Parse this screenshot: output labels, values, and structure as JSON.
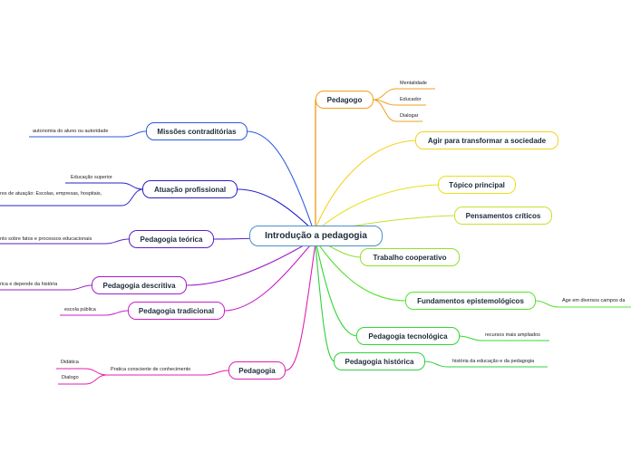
{
  "center": "Introdução a pedagogia",
  "right": {
    "pedagogo": {
      "label": "Pedagogo",
      "children": [
        "Mentalidade",
        "Educador",
        "Dialogar"
      ]
    },
    "agir": "Agir para transformar a sociedade",
    "topico": "Tópico principal",
    "pensamentos": "Pensamentos críticos",
    "trabalho": "Trabalho cooperativo",
    "fundamentos": {
      "label": "Fundamentos epistemológicos",
      "child": "Age em diversos campos da"
    },
    "tecnologica": {
      "label": "Pedagogia tecnológica",
      "child": "recursos mais ampliados"
    },
    "historica": {
      "label": "Pedagogia histórica",
      "child": "história da educação e da pedagogia"
    }
  },
  "left": {
    "missoes": {
      "label": "Missões contraditórias",
      "child": "autonomia do aluno ou autoridade"
    },
    "atuacao": {
      "label": "Atuação profissional",
      "children": [
        "Educação superior",
        "res de atuação: Escolas, empresas, hospitais,"
      ]
    },
    "teorica": {
      "label": "Pedagogia teórica",
      "child": "nto sobre fatos e processos educacionais"
    },
    "descritiva": {
      "label": "Pedagogia descritiva",
      "child": "rica e depende da história"
    },
    "tradicional": {
      "label": "Pedagogia tradicional",
      "child": "escola pública"
    },
    "pedagogia": {
      "label": "Pedagogia",
      "child": "Pratica consciente de conhecimento",
      "grandchildren": [
        "Didática",
        "Dialogo"
      ]
    }
  },
  "colors": {
    "center_border": "#4a90c8",
    "pedagogo": "#f0a020",
    "agir": "#f5d020",
    "topico": "#e8e020",
    "pensamentos": "#c8e030",
    "trabalho": "#90e030",
    "fundamentos": "#58e030",
    "tecnologica": "#30d830",
    "historica": "#30d040",
    "missoes": "#2a5ae0",
    "atuacao": "#2a20c8",
    "teorica": "#5a20c8",
    "descritiva": "#9a20c8",
    "tradicional": "#c820c8",
    "pedagogia": "#e020b0"
  }
}
